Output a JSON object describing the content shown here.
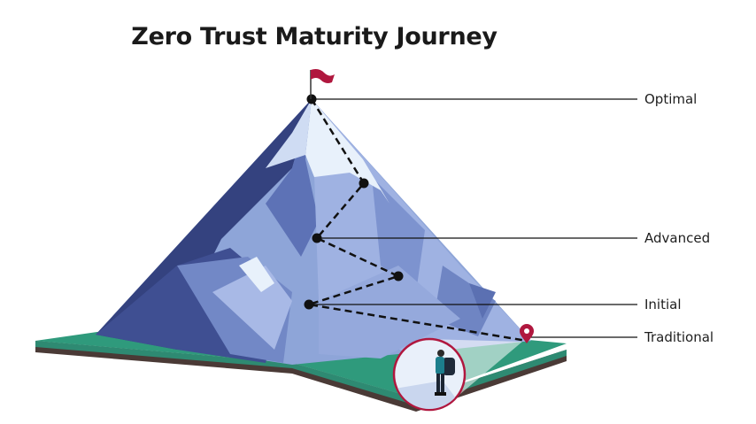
{
  "title": "Zero Trust Maturity Journey",
  "stages": [
    {
      "label": "Optimal"
    },
    {
      "label": "Advanced"
    },
    {
      "label": "Initial"
    },
    {
      "label": "Traditional"
    }
  ],
  "colors": {
    "mountain_dark": "#3b4a8c",
    "mountain_mid": "#7088c4",
    "mountain_light": "#9fb4e2",
    "snow": "#e8f1fb",
    "ground_top": "#2e8a72",
    "ground_side": "#3a3a3a",
    "flag": "#b0173e",
    "pin": "#b0173e"
  },
  "icons": [
    "flag-icon",
    "location-pin-icon",
    "hiker-icon"
  ]
}
